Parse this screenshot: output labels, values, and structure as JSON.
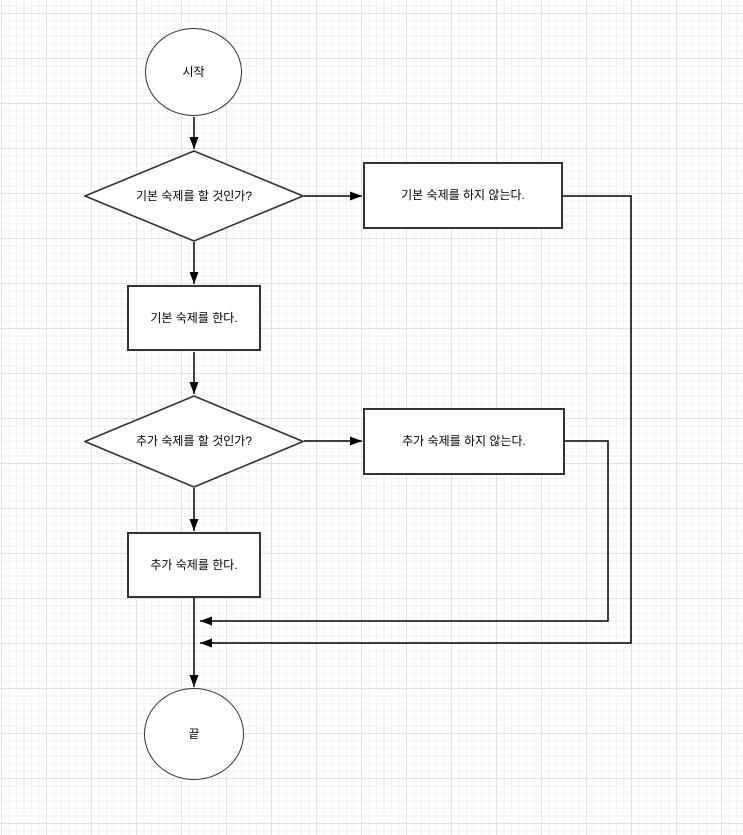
{
  "diagram": {
    "type": "flowchart",
    "nodes": [
      {
        "id": "start",
        "shape": "ellipse",
        "label": "시작"
      },
      {
        "id": "decision-basic",
        "shape": "diamond",
        "label": "기본 숙제를 할 것인가?"
      },
      {
        "id": "skip-basic",
        "shape": "rectangle",
        "label": "기본 숙제를 하지 않는다."
      },
      {
        "id": "do-basic",
        "shape": "rectangle",
        "label": "기본 숙제를 한다."
      },
      {
        "id": "decision-extra",
        "shape": "diamond",
        "label": "추가 숙제를 할 것인가?"
      },
      {
        "id": "skip-extra",
        "shape": "rectangle",
        "label": "추가 숙제를 하지 않는다."
      },
      {
        "id": "do-extra",
        "shape": "rectangle",
        "label": "추가 숙제를 한다."
      },
      {
        "id": "end",
        "shape": "ellipse",
        "label": "끝"
      }
    ],
    "edges": [
      {
        "from": "start",
        "to": "decision-basic"
      },
      {
        "from": "decision-basic",
        "to": "skip-basic"
      },
      {
        "from": "decision-basic",
        "to": "do-basic"
      },
      {
        "from": "do-basic",
        "to": "decision-extra"
      },
      {
        "from": "decision-extra",
        "to": "skip-extra"
      },
      {
        "from": "decision-extra",
        "to": "do-extra"
      },
      {
        "from": "do-extra",
        "to": "end"
      },
      {
        "from": "skip-extra",
        "to": "end"
      },
      {
        "from": "skip-basic",
        "to": "end"
      }
    ],
    "colors": {
      "background": "#ffffff",
      "grid_minor": "#f2f2f2",
      "grid_major": "#e2e2e2",
      "shape_fill": "#ffffff",
      "shape_stroke": "#333333",
      "connector": "#000000",
      "text": "#000000"
    }
  }
}
